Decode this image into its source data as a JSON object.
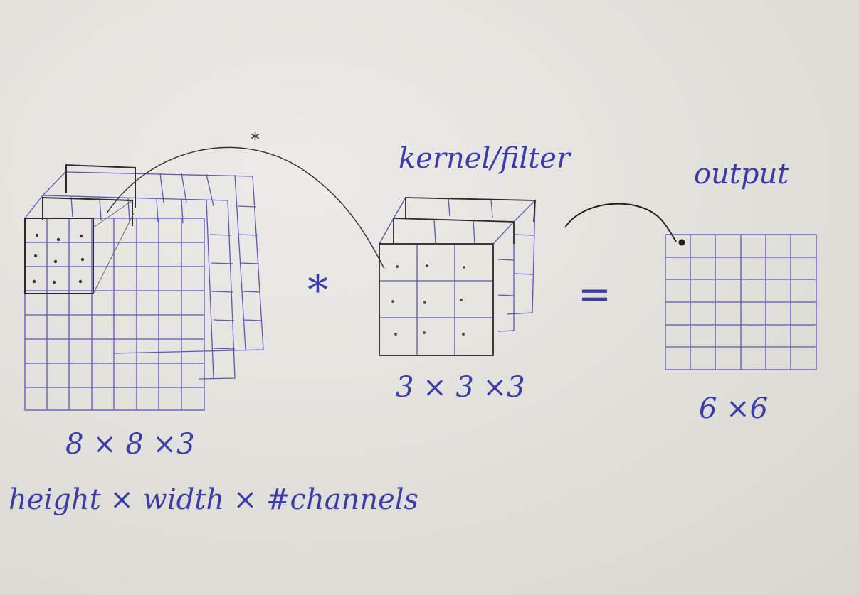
{
  "labels": {
    "input_dims": "8 × 8 ×3",
    "input_desc": "height × width × #channels",
    "kernel_title": "kernel/filter",
    "kernel_dims": "3 × 3 ×3",
    "output_title": "output",
    "output_dims": "6 ×6",
    "conv_operator": "*",
    "equals": "=",
    "arrow_marker": "*"
  },
  "colors": {
    "paper": "#e6e4df",
    "ink": "#4a46b0",
    "pencil": "#333333",
    "lettering": "#3b3ca8"
  }
}
